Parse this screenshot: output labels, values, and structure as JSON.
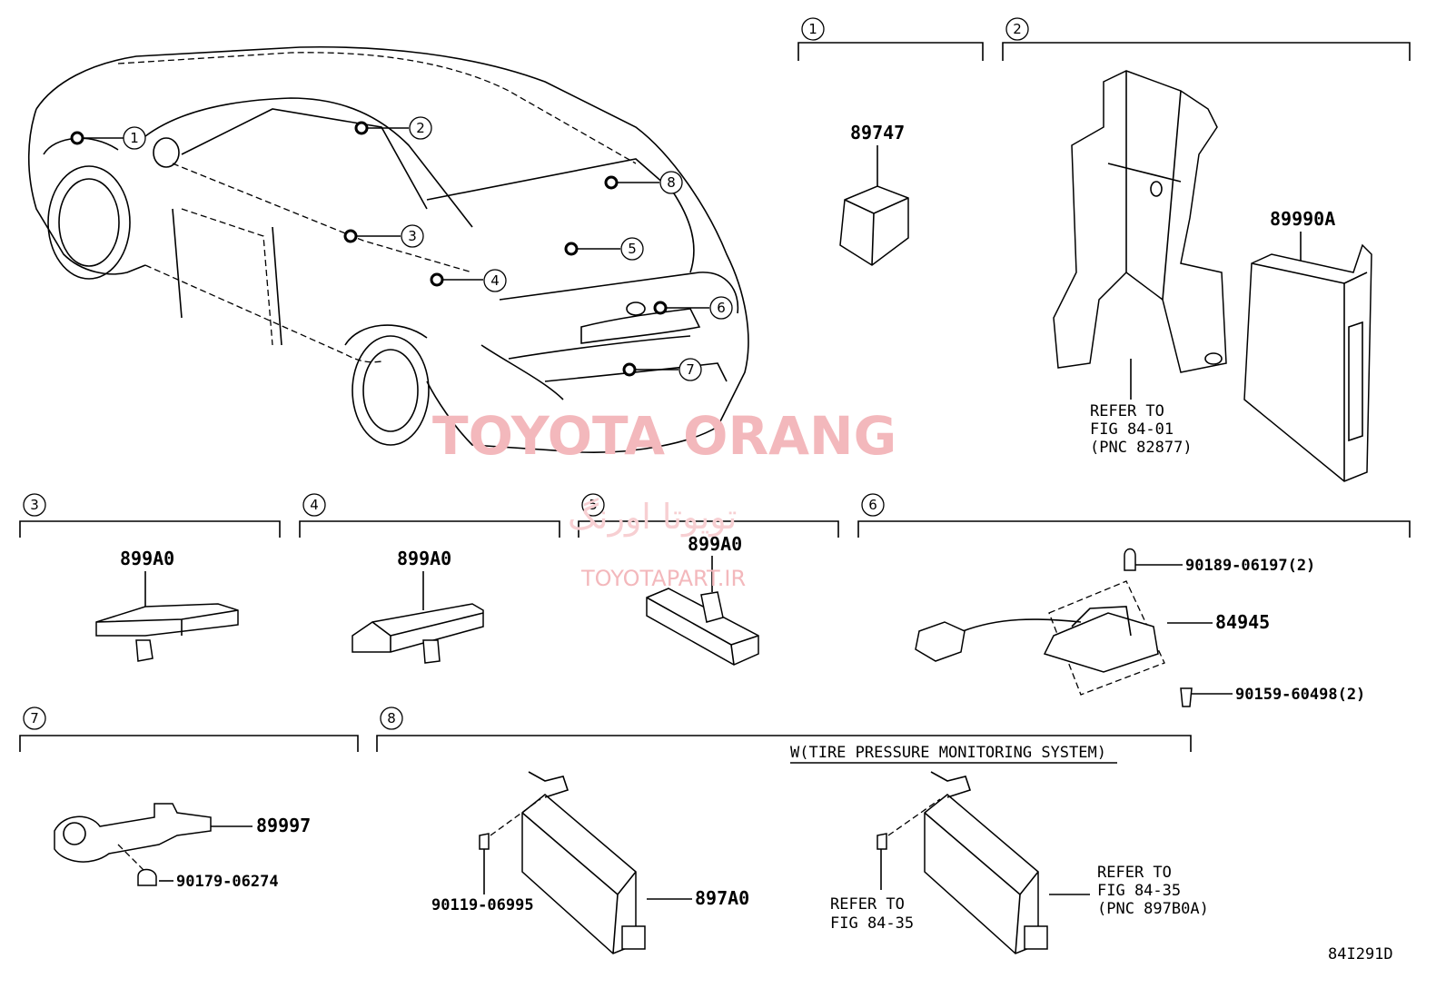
{
  "diagram_code": "84I291D",
  "watermark": {
    "brand": "TOYOTA ORANG",
    "persian": "تویوتا اورنگ",
    "site": "TOYOTAPART.IR"
  },
  "callouts": [
    "1",
    "2",
    "3",
    "4",
    "5",
    "6",
    "7",
    "8"
  ],
  "sections": {
    "s1": {
      "num": "1",
      "parts": [
        "89747"
      ]
    },
    "s2": {
      "num": "2",
      "parts": [
        "89990A"
      ],
      "note": [
        "REFER TO",
        "FIG 84-01",
        "(PNC 82877)"
      ]
    },
    "s3": {
      "num": "3",
      "parts": [
        "899A0"
      ]
    },
    "s4": {
      "num": "4",
      "parts": [
        "899A0"
      ]
    },
    "s5": {
      "num": "5",
      "parts": [
        "899A0"
      ]
    },
    "s6": {
      "num": "6",
      "parts": [
        "90189-06197(2)",
        "84945",
        "90159-60498(2)"
      ]
    },
    "s7": {
      "num": "7",
      "parts": [
        "89997",
        "90179-06274"
      ]
    },
    "s8": {
      "num": "8",
      "parts": [
        "90119-06995",
        "897A0"
      ],
      "condition": "W(TIRE PRESSURE MONITORING SYSTEM)",
      "note_left": [
        "REFER TO",
        "FIG 84-35"
      ],
      "note_right": [
        "REFER TO",
        "FIG 84-35",
        "(PNC 897B0A)"
      ]
    }
  }
}
